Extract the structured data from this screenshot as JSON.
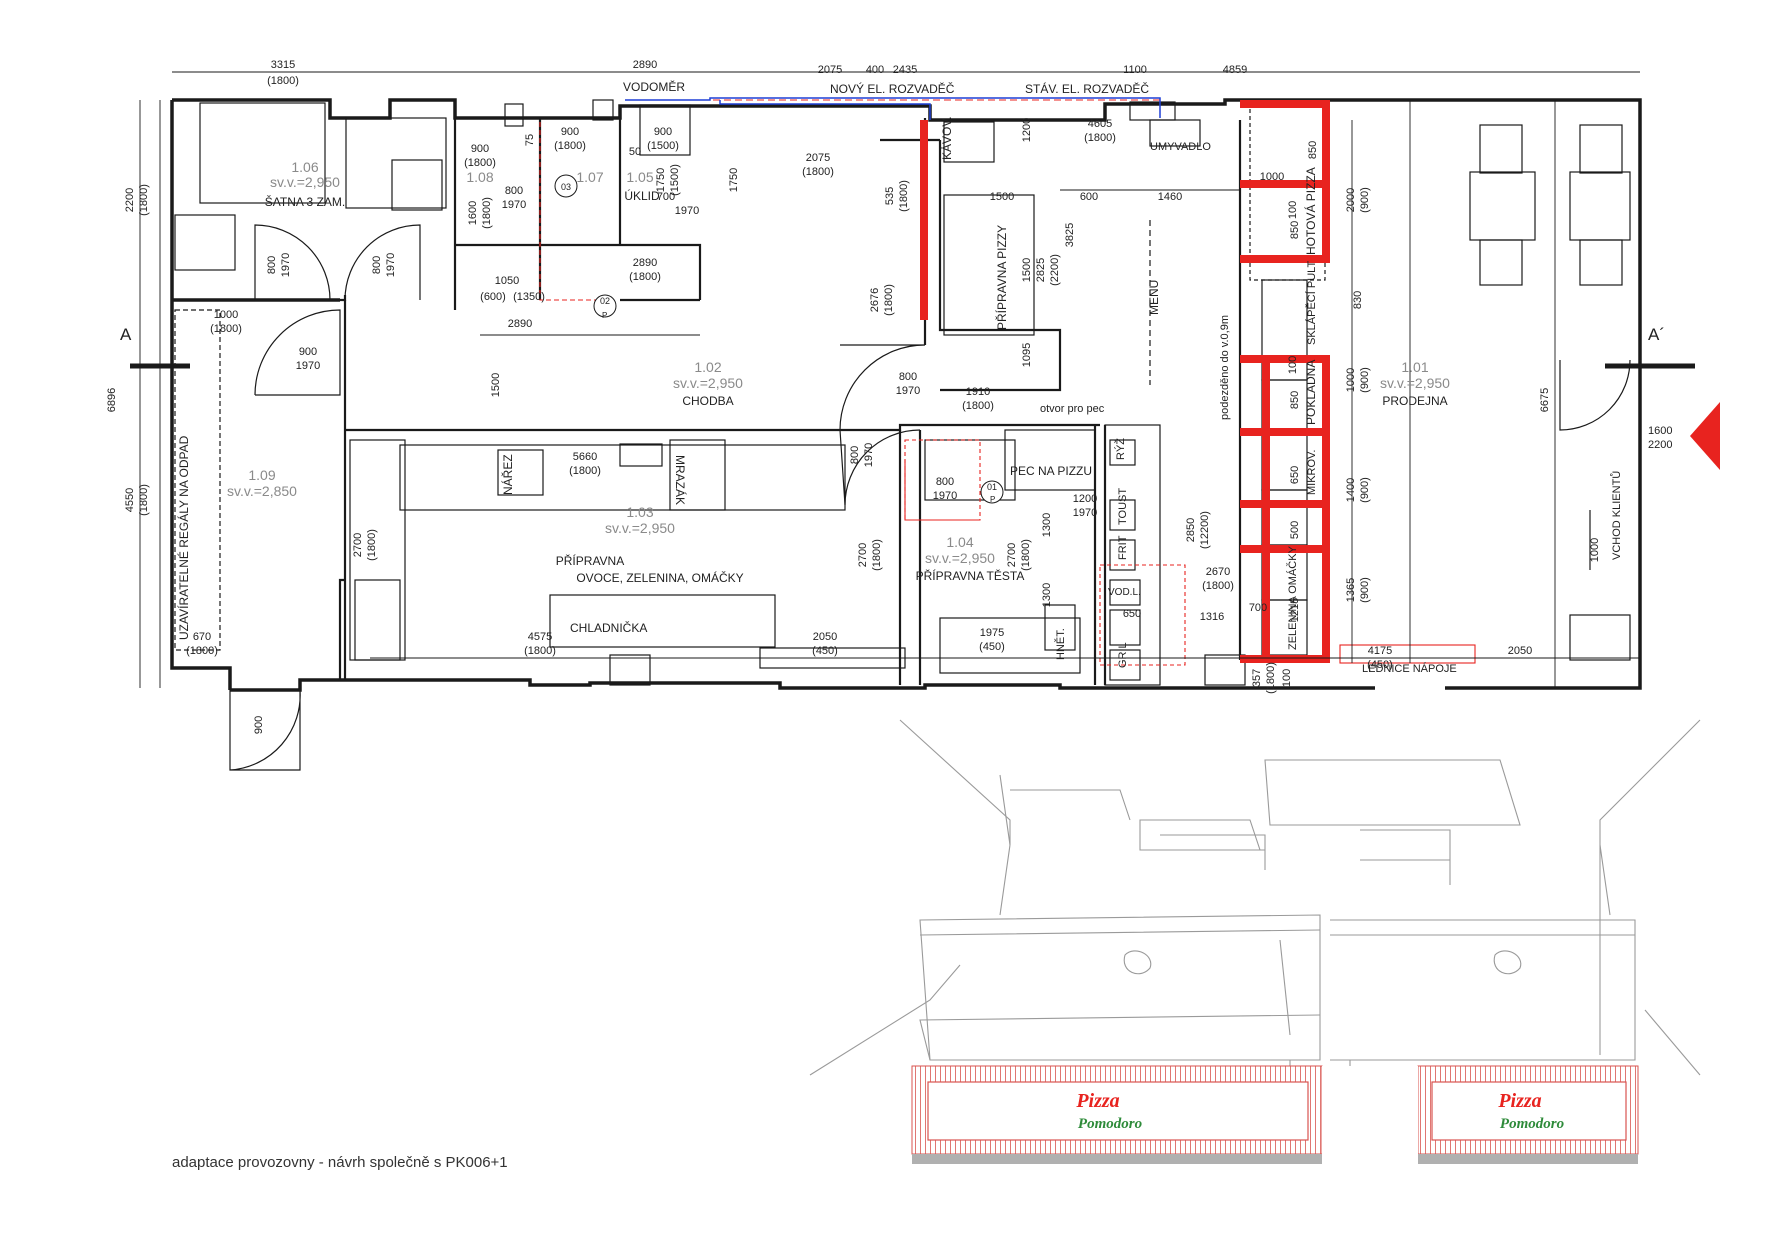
{
  "colors": {
    "wall": "#1a1a1a",
    "accent_red": "#e8231f",
    "pipe_blue": "#1f3fd6",
    "sketch": "#9a9a9a",
    "text": "#222222",
    "room_gray": "#8a8a8a",
    "brick": "#d9534f",
    "logo_green": "#2e8b3a"
  },
  "caption": "adaptace provozovny - návrh společně s PK006+1",
  "rooms": [
    {
      "num": "1.06",
      "height": "sv.v.=2,950",
      "name": "ŠATNA 3 ZAM."
    },
    {
      "num": "1.08",
      "height": "",
      "name": ""
    },
    {
      "num": "1.07",
      "height": "",
      "name": ""
    },
    {
      "num": "1.05",
      "height": "",
      "name": "ÚKLID"
    },
    {
      "num": "1.02",
      "height": "sv.v.=2,950",
      "name": "CHODBA"
    },
    {
      "num": "1.09",
      "height": "sv.v.=2,850",
      "name": ""
    },
    {
      "num": "1.03",
      "height": "sv.v.=2,950",
      "name": "PŘÍPRAVNA",
      "name2": "OVOCE, ZELENINA, OMÁČKY"
    },
    {
      "num": "1.04",
      "height": "sv.v.=2,950",
      "name": "PŘÍPRAVNA TĚSTA"
    },
    {
      "num": "1.01",
      "height": "sv.v.=2,950",
      "name": "PRODEJNA"
    }
  ],
  "labels": {
    "vodomer": "VODOMĚR",
    "novy_rozvadec": "NOVÝ EL. ROZVADĚČ",
    "stav_rozvadec": "STÁV. EL. ROZVADĚČ",
    "umyvadlo": "UMYVADLO",
    "kavovar": "KÁVOV.",
    "pripravna_pizzy": "PŘÍPRAVNA PIZZY",
    "menu": "MENU",
    "podezdeno": "podezděno do v.0,9m",
    "hotova_pizza": "HOTOVÁ PIZZA",
    "sklapeci_pult": "SKLÁPĚCÍ PULT",
    "pokladna": "POKLADNA",
    "mikrov": "MIKROV.",
    "zelenina": "ZELENINA OMÁČKY",
    "vchod": "VCHOD KLIENTŮ",
    "lednice": "LEDNICE NÁPOJE",
    "regaly": "UZAVÍRATELNÉ REGÁLY NA ODPAD",
    "narez": "NÁŘEZ",
    "mrazak": "MRAZÁK",
    "chladnicka": "CHLADNIČKA",
    "pec_na_pizzu": "PEC NA PIZZU",
    "otvor": "otvor pro pec",
    "ryz": "RÝŽ",
    "toust": "TOUST",
    "frit": "FRIT",
    "vodl": "VOD.L.",
    "gril": "GRIL",
    "hnet": "HNĚT.",
    "section_a": "A",
    "section_a2": "A´",
    "entry_dim1": "1600",
    "entry_dim2": "2200",
    "door_02": "02",
    "door_03": "03",
    "door_01": "01",
    "door_p": "P"
  },
  "dims_top": [
    "3315",
    "(1800)",
    "2890",
    "2075",
    "400",
    "2435",
    "1100",
    "4859"
  ],
  "dims": {
    "d2200": "2200",
    "d1800a": "(1800)",
    "d6896": "6896",
    "d4550": "4550",
    "d1800b": "(1800)",
    "d1000": "1000",
    "d1800c": "(1800)",
    "d900a": "900",
    "d1970a": "1970",
    "d800a": "800",
    "d1970b": "1970",
    "d800b": "800",
    "d1970c": "1970",
    "d900b": "900",
    "d1800d": "(1800)",
    "d900c": "900",
    "d1800e": "(1800)",
    "d75": "75",
    "d900d": "900",
    "d1500a": "(1500)",
    "d50": "50",
    "d1750a": "1750",
    "d1500b": "(1500)",
    "d700": "700",
    "d1970d": "1970",
    "d1750b": "1750",
    "d1600": "1600",
    "d1800f": "(1800)",
    "d800c": "800",
    "d1970e": "1970",
    "d1050": "1050",
    "d600a": "(600)",
    "d1350": "(1350)",
    "d2890b": "2890",
    "d1800g": "(1800)",
    "d2890c": "2890",
    "d2075b": "2075",
    "d1800h": "(1800)",
    "d1200a": "1200",
    "d4605": "4605",
    "d1800i": "(1800)",
    "d535": "535",
    "d1800j": "(1800)",
    "d1500c": "1500",
    "d600b": "600",
    "d1460": "1460",
    "d3825": "3825",
    "d2825": "2825",
    "d2200b": "(2200)",
    "d1500d": "1500",
    "d2676": "2676",
    "d1800k": "(1800)",
    "d1095": "1095",
    "d1500e": "1500",
    "d800d": "800",
    "d1970f": "1970",
    "d1910": "1910",
    "d1800l": "(1800)",
    "d850a": "850",
    "d1000b": "1000",
    "d100a": "100",
    "d850b": "850",
    "d2000": "2000",
    "d900e": "(900)",
    "d830": "830",
    "d1000c": "1000",
    "d900f": "(900)",
    "d100b": "100",
    "d850c": "850",
    "d650a": "650",
    "d500": "500",
    "d1400": "1400",
    "d900g": "(900)",
    "d1365": "1365",
    "d900h": "(900)",
    "d1215": "1215",
    "d4175": "4175",
    "d450a": "(450)",
    "d2050a": "2050",
    "d6675": "6675",
    "d1000d": "1000",
    "d5660": "5660",
    "d1800m": "(1800)",
    "d2700a": "2700",
    "d1800n": "(1800)",
    "d670": "670",
    "d1800o": "(1800)",
    "d900i": "900",
    "d4575": "4575",
    "d1800p": "(1800)",
    "d2050b": "2050",
    "d450b": "(450)",
    "d800e": "800",
    "d1970g": "1970",
    "d800f": "800",
    "d1970h": "1970",
    "d2700b": "2700",
    "d1800q": "(1800)",
    "d2700c": "2700",
    "d1800r": "(1800)",
    "d1300a": "1300",
    "d1300b": "1300",
    "d1200b": "1200",
    "d1970i": "1970",
    "d2850": "2850",
    "d12200": "(12200)",
    "d2670": "2670",
    "d1800s": "(1800)",
    "d700b": "700",
    "d650b": "650",
    "d1316": "1316",
    "d1975": "1975",
    "d450c": "(450)",
    "d357": "357",
    "d1800t": "(1800)",
    "d100c": "100"
  },
  "logo": {
    "word1": "Pizza",
    "word2": "Pomodoro"
  }
}
